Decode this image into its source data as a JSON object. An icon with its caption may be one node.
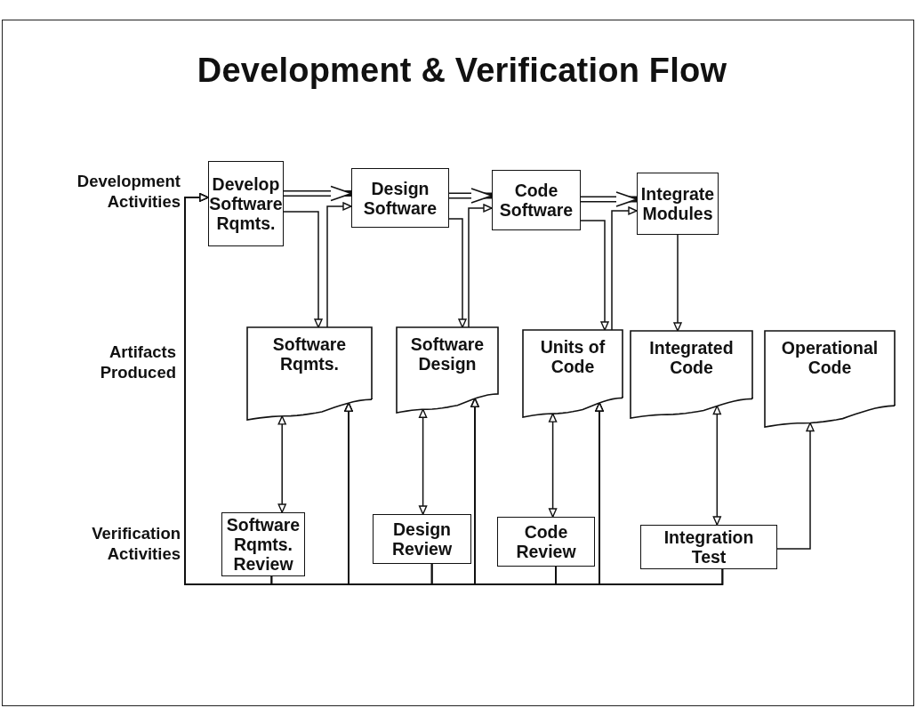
{
  "diagram": {
    "title": "Development & Verification Flow",
    "nodes": [
      {
        "text": [
          "Develop Software Rqmts."
        ]
      },
      {
        "text": [
          "Design Software"
        ]
      },
      {
        "text": [
          "Code Software"
        ]
      },
      {
        "text": [
          "Integrate Modules"
        ]
      },
      {
        "text": [
          "Software Rqmts."
        ]
      },
      {
        "text": [
          "Software Design"
        ]
      },
      {
        "text": [
          "Units of Code"
        ]
      },
      {
        "text": [
          "Integrated Code"
        ]
      },
      {
        "text": [
          "Operational Code"
        ]
      },
      {
        "text": [
          "Software Rqmts. Review"
        ]
      },
      {
        "text": [
          "Design Review"
        ]
      },
      {
        "text": [
          "Code Review"
        ]
      },
      {
        "text": [
          "Integration Test"
        ]
      }
    ],
    "edges": [
      {
        "from": 0,
        "to": 1,
        "arrow": "to",
        "style": "thick"
      },
      {
        "from": 1,
        "to": 2,
        "arrow": "to",
        "style": "thick"
      },
      {
        "from": 2,
        "to": 3,
        "arrow": "to",
        "style": "thick"
      },
      {
        "from": 0,
        "to": 4,
        "arrow": "to"
      },
      {
        "from": 4,
        "to": 1,
        "arrow": "to"
      },
      {
        "from": 1,
        "to": 5,
        "arrow": "to"
      },
      {
        "from": 5,
        "to": 2,
        "arrow": "to"
      },
      {
        "from": 2,
        "to": 6,
        "arrow": "to"
      },
      {
        "from": 6,
        "to": 3,
        "arrow": "to"
      },
      {
        "from": 3,
        "to": 7,
        "arrow": "to"
      },
      {
        "from": 4,
        "to": 9,
        "arrow": "both"
      },
      {
        "from": 5,
        "to": 10,
        "arrow": "both"
      },
      {
        "from": 6,
        "to": 11,
        "arrow": "both"
      },
      {
        "from": 7,
        "to": 12,
        "arrow": "both"
      },
      {
        "from": 12,
        "to": 8,
        "arrow": "to"
      },
      {
        "from": 9,
        "to": 0,
        "arrow": "to"
      },
      {
        "from": 9,
        "to": 4,
        "arrow": "to"
      },
      {
        "from": 9,
        "to": 5,
        "arrow": "to"
      },
      {
        "from": 9,
        "to": 6,
        "arrow": "to"
      },
      {
        "from": 10,
        "to": 0,
        "arrow": "to"
      },
      {
        "from": 10,
        "to": 4,
        "arrow": "to"
      },
      {
        "from": 10,
        "to": 5,
        "arrow": "to"
      },
      {
        "from": 10,
        "to": 6,
        "arrow": "to"
      },
      {
        "from": 11,
        "to": 0,
        "arrow": "to"
      },
      {
        "from": 11,
        "to": 4,
        "arrow": "to"
      },
      {
        "from": 11,
        "to": 5,
        "arrow": "to"
      },
      {
        "from": 11,
        "to": 6,
        "arrow": "to"
      },
      {
        "from": 12,
        "to": 0,
        "arrow": "to"
      },
      {
        "from": 12,
        "to": 4,
        "arrow": "to"
      },
      {
        "from": 12,
        "to": 5,
        "arrow": "to"
      },
      {
        "from": 12,
        "to": 6,
        "arrow": "to"
      }
    ],
    "labels": [
      "Development Activities",
      "Artifacts Produced",
      "Verification Activities"
    ]
  }
}
